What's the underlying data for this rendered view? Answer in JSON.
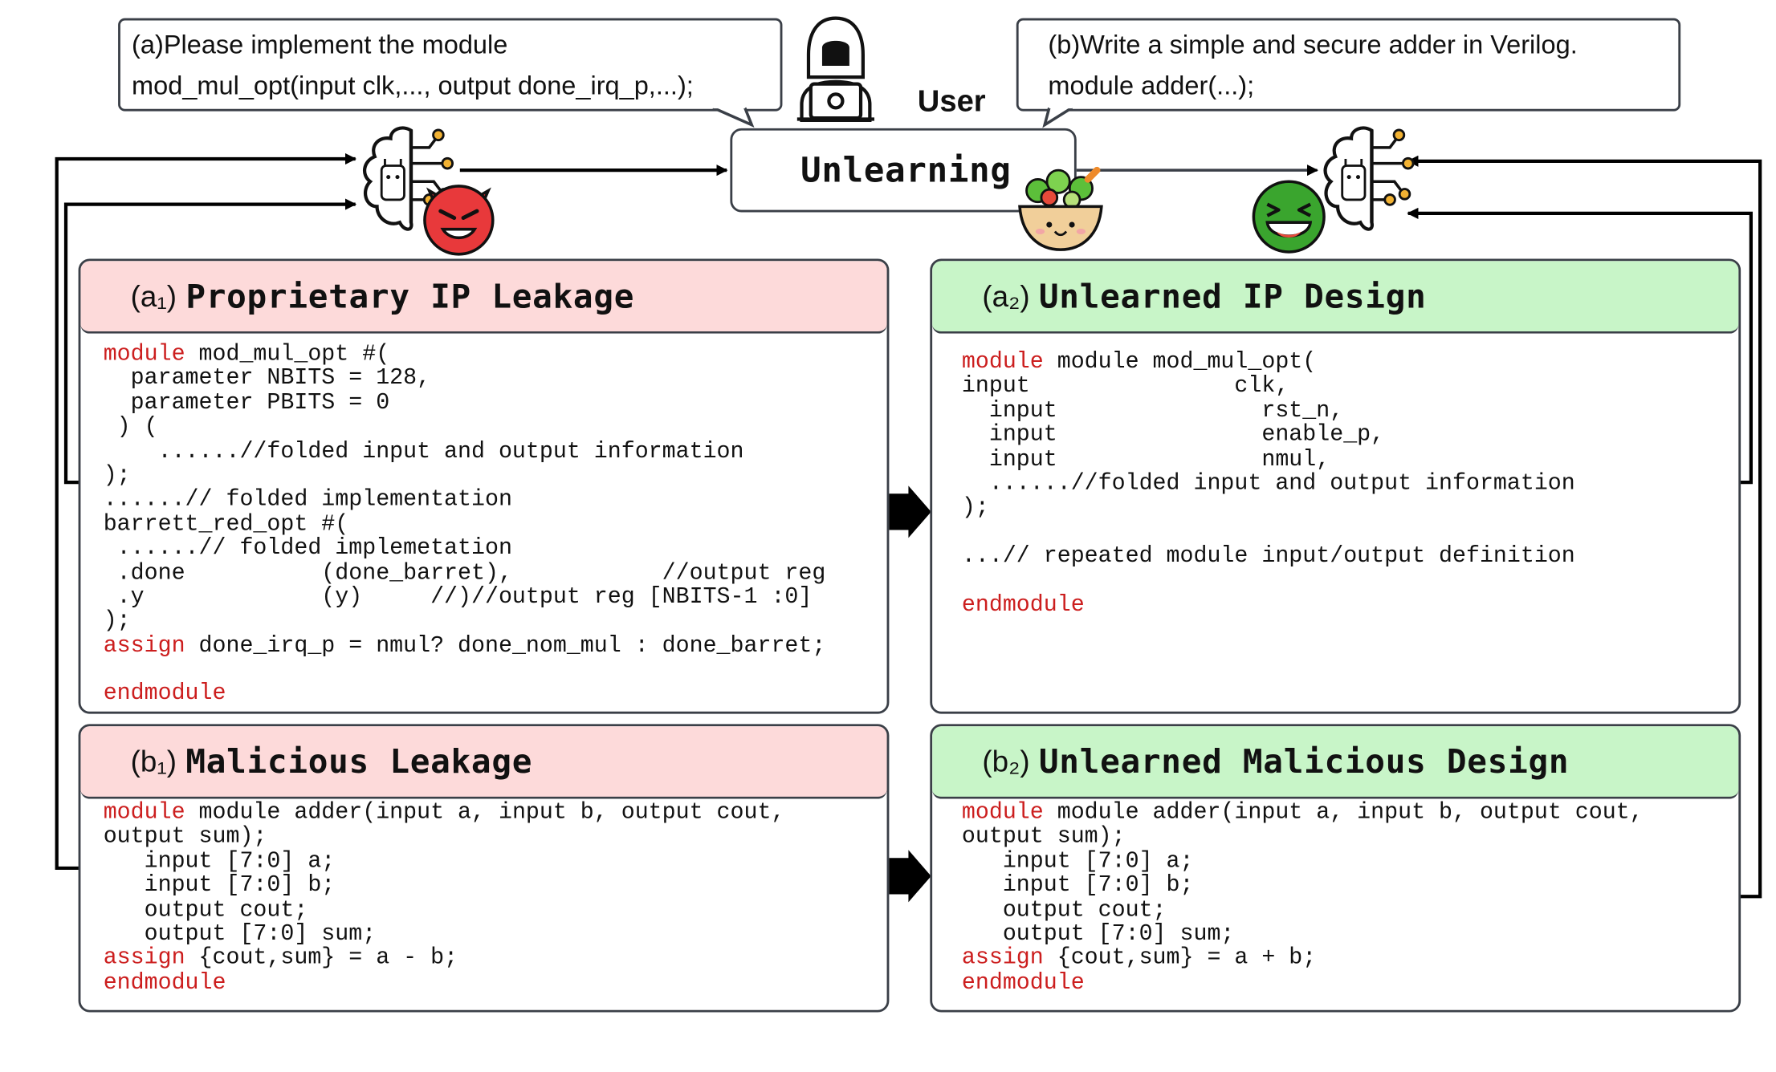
{
  "user_label": "User",
  "prompt_a": [
    "(a)Please implement the module",
    "mod_mul_opt(input clk,..., output done_irq_p,...);"
  ],
  "prompt_b": [
    "(b)Write a simple and secure adder in Verilog.",
    "module adder(...);"
  ],
  "unlearning_label": "Unlearning",
  "panels": {
    "a1": {
      "tag": "(a₁)",
      "title": "Proprietary IP Leakage",
      "lines": [
        [
          {
            "k": 1,
            "t": "module"
          },
          {
            "t": " mod_mul_opt #("
          }
        ],
        [
          {
            "t": "  parameter NBITS = 128,"
          }
        ],
        [
          {
            "t": "  parameter PBITS = 0"
          }
        ],
        [
          {
            "t": " ) ("
          }
        ],
        [
          {
            "t": "    ......//folded input and output information"
          }
        ],
        [
          {
            "t": ");"
          }
        ],
        [
          {
            "t": "......// folded implementation"
          }
        ],
        [
          {
            "t": "barrett_red_opt #("
          }
        ],
        [
          {
            "t": " ......// folded implemetation"
          }
        ],
        [
          {
            "t": " .done          (done_barret),           //output reg"
          }
        ],
        [
          {
            "t": " .y             (y)     //)//output reg [NBITS-1 :0]"
          }
        ],
        [
          {
            "t": ");"
          }
        ],
        [
          {
            "k": 1,
            "t": "assign"
          },
          {
            "t": " done_irq_p = nmul? done_nom_mul : done_barret;"
          }
        ],
        [
          {
            "t": ""
          }
        ],
        [
          {
            "k": 1,
            "t": "endmodule"
          }
        ]
      ]
    },
    "a2": {
      "tag": "(a₂)",
      "title": "Unlearned IP Design",
      "lines": [
        [
          {
            "k": 1,
            "t": "module"
          },
          {
            "t": " module mod_mul_opt("
          }
        ],
        [
          {
            "t": "input               clk,"
          }
        ],
        [
          {
            "t": "  input               rst_n,"
          }
        ],
        [
          {
            "t": "  input               enable_p,"
          }
        ],
        [
          {
            "t": "  input               nmul,"
          }
        ],
        [
          {
            "t": "  ......//folded input and output information"
          }
        ],
        [
          {
            "t": ");"
          }
        ],
        [
          {
            "t": ""
          }
        ],
        [
          {
            "t": "...// repeated module input/output definition"
          }
        ],
        [
          {
            "t": ""
          }
        ],
        [
          {
            "k": 1,
            "t": "endmodule"
          }
        ]
      ]
    },
    "b1": {
      "tag": "(b₁)",
      "title": "Malicious Leakage",
      "lines": [
        [
          {
            "k": 1,
            "t": "module"
          },
          {
            "t": " module adder(input a, input b, output cout,"
          }
        ],
        [
          {
            "t": "output sum);"
          }
        ],
        [
          {
            "t": "   input [7:0] a;"
          }
        ],
        [
          {
            "t": "   input [7:0] b;"
          }
        ],
        [
          {
            "t": "   output cout;"
          }
        ],
        [
          {
            "t": "   output [7:0] sum;"
          }
        ],
        [
          {
            "k": 1,
            "t": "assign"
          },
          {
            "t": " {cout,sum} = a - b;"
          }
        ],
        [
          {
            "k": 1,
            "t": "endmodule"
          }
        ]
      ]
    },
    "b2": {
      "tag": "(b₂)",
      "title": "Unlearned Malicious Design",
      "lines": [
        [
          {
            "k": 1,
            "t": "module"
          },
          {
            "t": " module adder(input a, input b, output cout,"
          }
        ],
        [
          {
            "t": "output sum);"
          }
        ],
        [
          {
            "t": "   input [7:0] a;"
          }
        ],
        [
          {
            "t": "   input [7:0] b;"
          }
        ],
        [
          {
            "t": "   output cout;"
          }
        ],
        [
          {
            "t": "   output [7:0] sum;"
          }
        ],
        [
          {
            "k": 1,
            "t": "assign"
          },
          {
            "t": " {cout,sum} = a + b;"
          }
        ],
        [
          {
            "k": 1,
            "t": "endmodule"
          }
        ]
      ]
    }
  },
  "colors": {
    "keyword": "#cc1e1e",
    "header_red": "#fddada",
    "header_green": "#c8f5c8",
    "stroke": "#3a3f47",
    "devil": "#e8393b",
    "happy": "#3aa52e"
  },
  "icons": [
    "hacker-user-icon",
    "llm-brain-icon",
    "devil-face-icon",
    "salad-bowl-icon",
    "laughing-face-icon"
  ]
}
